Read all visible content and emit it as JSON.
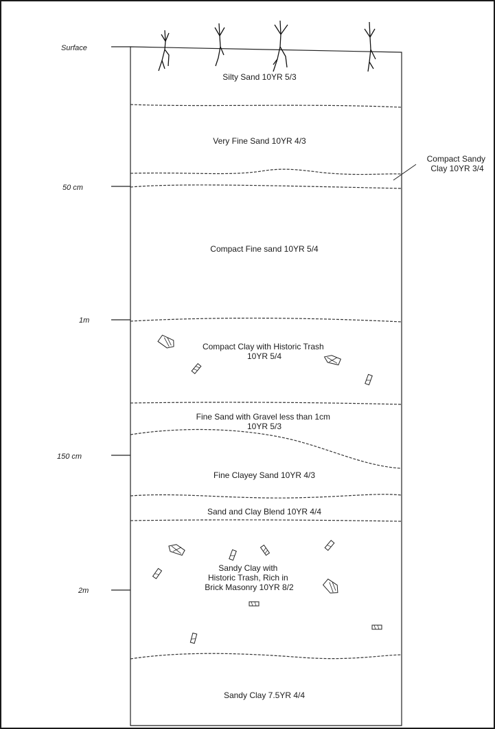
{
  "depth_labels": {
    "surface": "Surface",
    "cm50": "50 cm",
    "m1": "1m",
    "cm150": "150 cm",
    "m2": "2m"
  },
  "layers": {
    "silty_sand": "Silty Sand 10YR 5/3",
    "very_fine_sand": "Very Fine Sand 10YR 4/3",
    "compact_sandy_clay": [
      "Compact Sandy",
      "Clay 10YR 3/4"
    ],
    "compact_fine_sand": "Compact Fine sand 10YR 5/4",
    "compact_clay_trash": [
      "Compact Clay with Historic Trash",
      "10YR 5/4"
    ],
    "fine_sand_gravel": [
      "Fine Sand with Gravel less than 1cm",
      "10YR 5/3"
    ],
    "fine_clayey_sand": "Fine Clayey Sand 10YR 4/3",
    "sand_clay_blend": "Sand and Clay Blend 10YR 4/4",
    "sandy_clay_trash": [
      "Sandy Clay with",
      "Historic Trash, Rich in",
      "Brick Masonry 10YR 8/2"
    ],
    "sandy_clay_bottom": "Sandy Clay 7.5YR 4/4"
  }
}
